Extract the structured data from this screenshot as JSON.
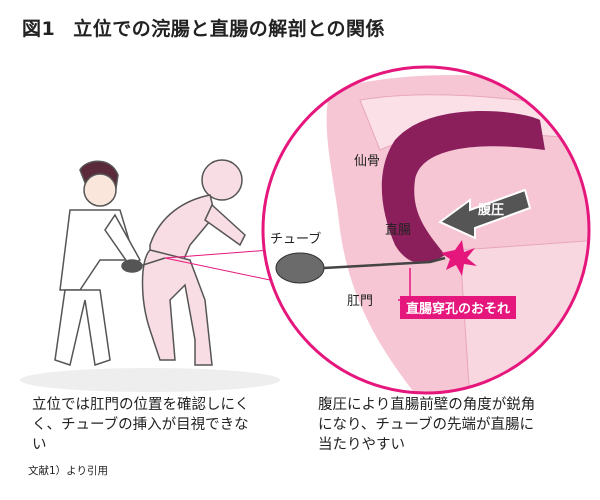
{
  "title": {
    "number": "図1",
    "text": "立位での浣腸と直腸の解剖との関係"
  },
  "labels": {
    "sacrum": "仙骨",
    "abdominal_pressure": "腹圧",
    "rectum": "直腸",
    "tube": "チューブ",
    "anus": "肛門",
    "warning": "直腸穿孔のおそれ"
  },
  "captions": {
    "left": "立位では肛門の位置を確認しにくく、チューブの挿入が目視できない",
    "right": "腹圧により直腸前壁の角度が鋭角になり、チューブの先端が直腸に当たりやすい"
  },
  "source": "文献1）より引用",
  "colors": {
    "accent": "#e5177c",
    "skin": "#f7d3dd",
    "rectum": "#8a1f5c",
    "arrow": "#555555"
  }
}
